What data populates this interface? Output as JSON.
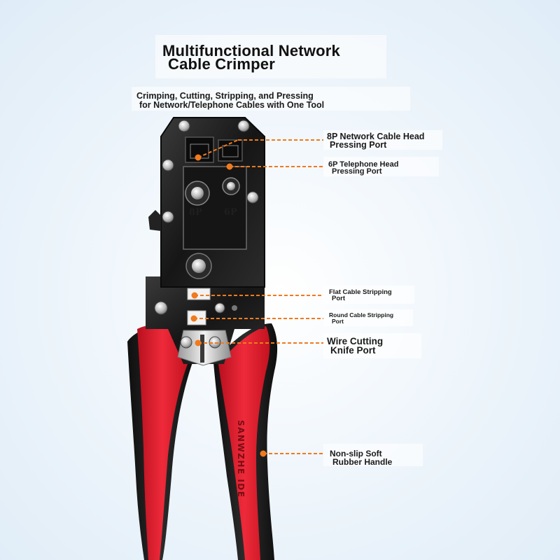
{
  "title": {
    "line1": "Multifunctional Network",
    "line2": "Cable Crimper"
  },
  "subtitle": {
    "line1": "Crimping, Cutting, Stripping, and Pressing",
    "line2": "for Network/Telephone Cables with One Tool"
  },
  "callouts": [
    {
      "line1": "8P Network Cable Head",
      "line2": "Pressing Port"
    },
    {
      "line1": "6P Telephone Head",
      "line2": "Pressing Port"
    },
    {
      "line1": "Flat Cable Stripping",
      "line2": "Port"
    },
    {
      "line1": "Round Cable Stripping",
      "line2": "Port"
    },
    {
      "line1": "Wire Cutting",
      "line2": "Knife Port"
    },
    {
      "line1": "Non-slip Soft",
      "line2": "Rubber Handle"
    }
  ],
  "tool_labels": {
    "port_8p": "8P",
    "port_6p": "6P"
  },
  "colors": {
    "accent_orange": "#f07a1e",
    "handle_red": "#e3192c",
    "handle_black": "#1b1b1b",
    "head_black": "#1e1e1e"
  }
}
